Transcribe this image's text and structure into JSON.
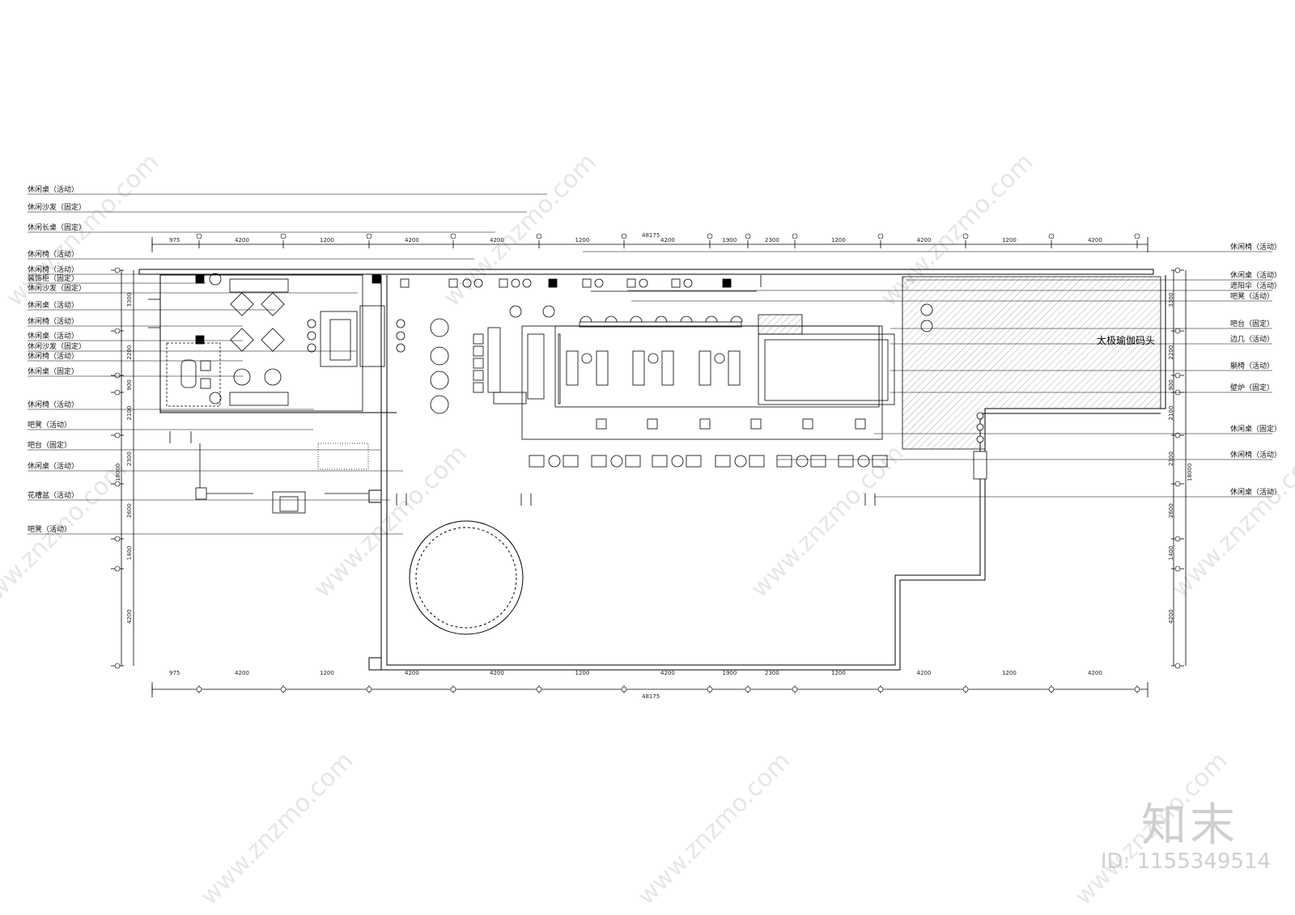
{
  "left_labels": [
    "休闲桌（活动）",
    "休闲沙发（固定）",
    "休闲长桌（固定）",
    "休闲椅（活动）",
    "休闲椅（活动）",
    "装饰柜（固定）",
    "休闲沙发（固定）",
    "休闲桌（活动）",
    "休闲椅（活动）",
    "休闲桌（活动）",
    "休闲沙发（固定）",
    "休闲椅（活动）",
    "休闲桌（固定）",
    "休闲椅（活动）",
    "吧凳（活动）",
    "吧台（固定）",
    "休闲桌（活动）",
    "花槽盆（活动）",
    "吧凳（活动）"
  ],
  "right_labels": [
    "休闲椅（活动）",
    "休闲桌（活动）",
    "遮阳伞（活动）",
    "吧凳（活动）",
    "吧台（固定）",
    "边几（活动）",
    "躺椅（活动）",
    "壁炉（固定）",
    "休闲桌（固定）",
    "休闲椅（活动）",
    "休闲桌（活动）"
  ],
  "area_title": "太极瑜伽码头",
  "dimensions": {
    "total": "48175",
    "top_segments": [
      "975",
      "4200",
      "1200",
      "4200",
      "4200",
      "1200",
      "4200",
      "1900",
      "2300",
      "1200",
      "4200",
      "1200",
      "4200"
    ],
    "left_segments": [
      "3300",
      "2200",
      "900",
      "2100",
      "2300",
      "2600",
      "1400",
      "4200"
    ],
    "left_total": "18000",
    "right_segments": [
      "3300",
      "2200",
      "900",
      "2100",
      "2300",
      "2600",
      "1400",
      "4200"
    ],
    "right_total": "18000"
  },
  "watermark": {
    "site": "www.znzmo.com",
    "brand": "知末",
    "id_text": "ID: 1155349514"
  }
}
